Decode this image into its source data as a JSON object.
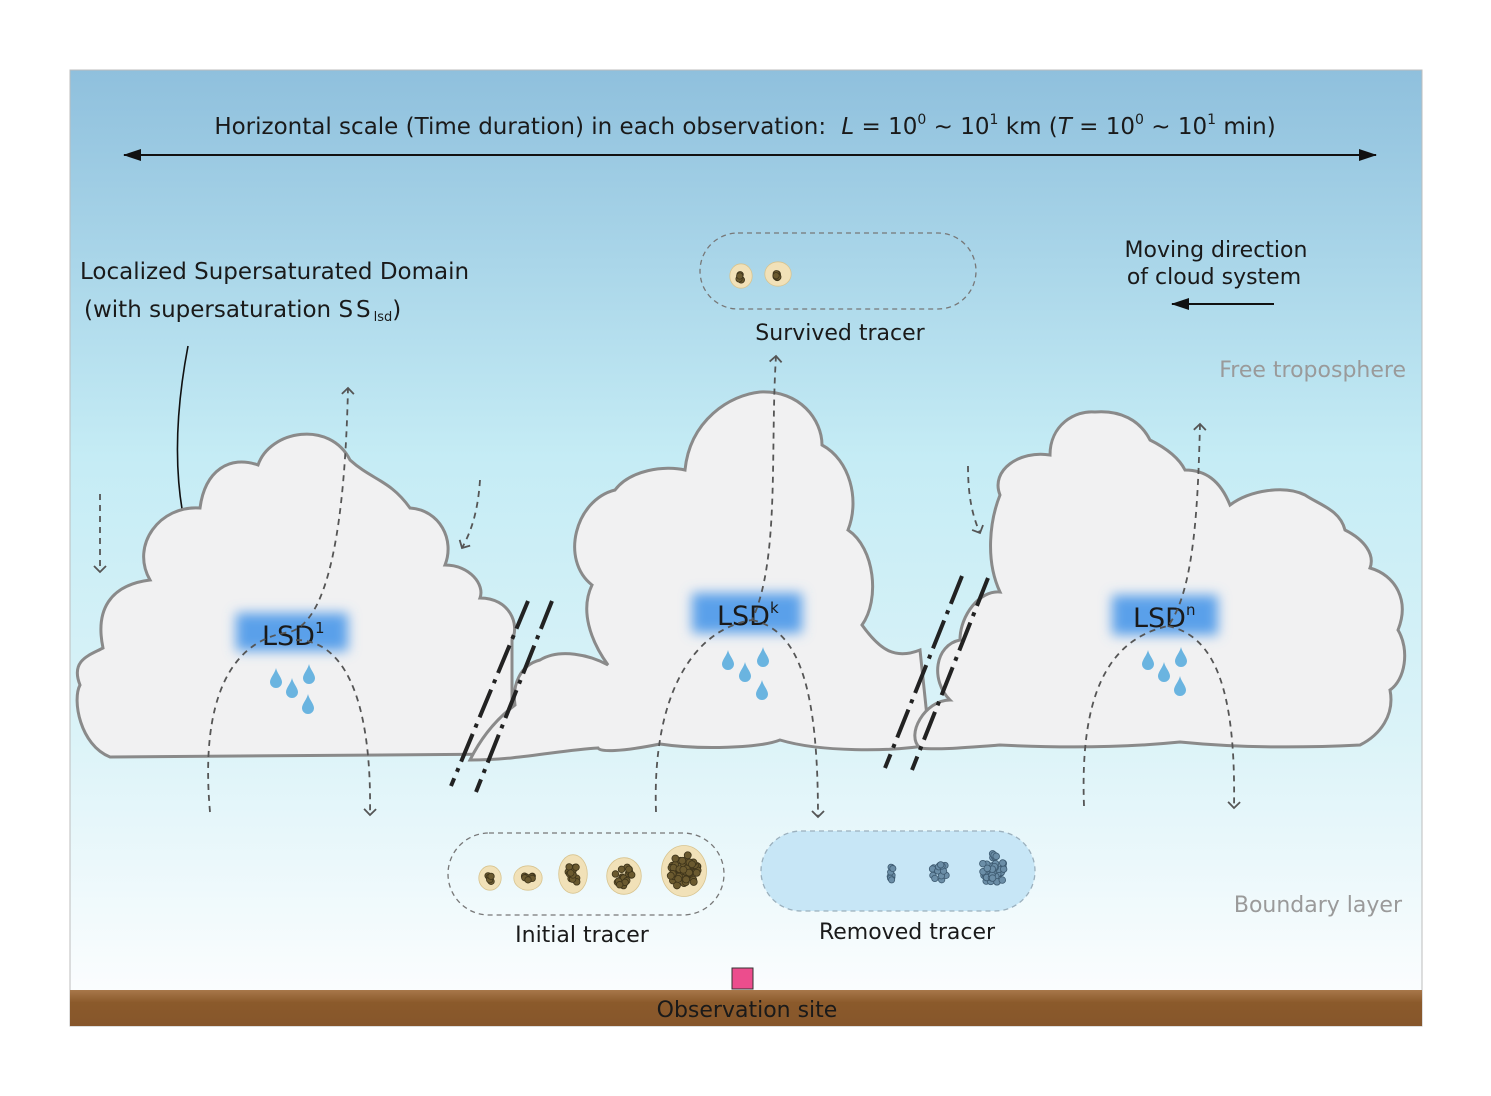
{
  "scale": {
    "prefix": "Horizontal scale (Time duration) in each observation:",
    "L": "L",
    "eq1": " = 10",
    "sup0a": "0",
    "tilde1": " ~ 10",
    "sup1a": "1",
    "km": " km (",
    "T": "T",
    "eq2": " = 10",
    "sup0b": "0",
    "tilde2": " ~ 10",
    "sup1b": "1",
    "min": " min)"
  },
  "lsd_domain": {
    "line1": "Localized Supersaturated Domain",
    "line2_prefix": "(with supersaturation ",
    "ss": "SS",
    "ss_sub": "lsd",
    "line2_suffix": ")"
  },
  "moving": {
    "line1": "Moving direction",
    "line2": "of cloud system"
  },
  "layers": {
    "free": "Free troposphere",
    "boundary": "Boundary layer"
  },
  "lsd_labels": [
    {
      "base": "LSD",
      "sup": "1"
    },
    {
      "base": "LSD",
      "sup": "k"
    },
    {
      "base": "LSD",
      "sup": "n"
    }
  ],
  "tracers": {
    "survived": "Survived tracer",
    "initial": "Initial tracer",
    "removed": "Removed tracer"
  },
  "site": "Observation site",
  "colors": {
    "sky_top": "#8fc0dd",
    "sky_mid": "#c5ecf5",
    "sky_bottom": "#fbfdfe",
    "cloud_fill": "#f1f1f2",
    "cloud_stroke": "#8a8a8a",
    "ground": "#8b5a2b",
    "lsd_glow": "#5aa0ea",
    "droplet": "#6ab4e0",
    "tracer_core": "#6b5a2f",
    "tracer_halo": "#f1e1b8",
    "removed_particle": "#6b8ea7",
    "removed_box": "#c7e6f6",
    "site_marker": "#ec4d8d"
  }
}
